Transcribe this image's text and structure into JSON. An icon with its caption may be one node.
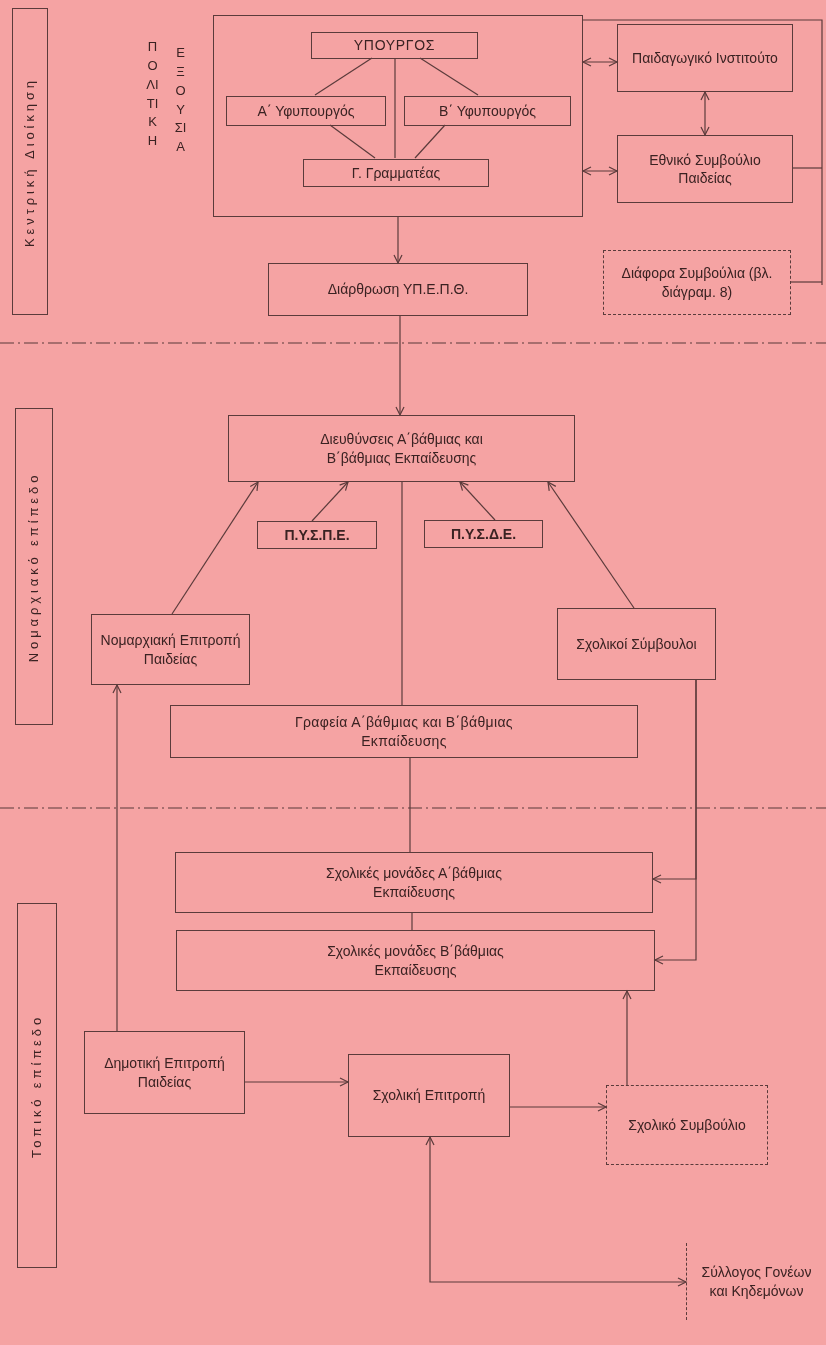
{
  "diagram": {
    "nodes": [
      {
        "text": [
          "Κεντρική Διοίκηση"
        ]
      },
      {
        "text": [],
        "shape": "box",
        "beside": [
          "ΠΟΛΙΤΙΚΗ",
          "ΕΞΟΥΣΙΑ"
        ]
      },
      {
        "text": [
          "ΥΠΟΥΡΓΟΣ"
        ],
        "in": 1
      },
      {
        "text": [
          "Α΄ Υφυπουργός"
        ],
        "in": 1
      },
      {
        "text": [
          "Β΄ Υφυπουργός"
        ],
        "in": 1
      },
      {
        "text": [
          "Γ. Γραμματέας"
        ],
        "in": 1
      },
      {
        "text": [
          "Παιδαγωγικό Ινστιτούτο"
        ]
      },
      {
        "text": [
          "Εθνικό Συμβούλιο Παιδείας"
        ]
      },
      {
        "text": [
          "Διάρθρωση ΥΠ.Ε.Π.Θ."
        ]
      },
      {
        "text": [
          "Διάφορα Συμβούλια (βλ. διάγραμ. 8)"
        ]
      },
      {
        "text": [
          "Νομαρχιακό επίπεδο"
        ]
      },
      {
        "text": [
          "Διευθύνσεις Α΄βάθμιας και Β΄βάθμιας Εκπαίδευσης"
        ]
      },
      {
        "text": [
          "Π.Υ.Σ.Π.Ε."
        ]
      },
      {
        "text": [
          "Π.Υ.Σ.Δ.Ε."
        ]
      },
      {
        "text": [
          "Νομαρχιακή Επιτροπή Παιδείας"
        ]
      },
      {
        "text": [
          "Σχολικοί Σύμβουλοι"
        ]
      },
      {
        "text": [
          "Γραφεία Α΄βάθμιας και Β΄βάθμιας Εκπαίδευσης"
        ]
      },
      {
        "text": [
          "Τοπικό επίπεδο"
        ]
      },
      {
        "text": [
          "Σχολικές μονάδες Α΄βάθμιας Εκπαίδευσης"
        ]
      },
      {
        "text": [
          "Σχολικές μονάδες Β΄βάθμιας Εκπαίδευσης"
        ]
      },
      {
        "text": [
          "Δημοτική Επιτροπή Παιδείας"
        ]
      },
      {
        "text": [
          "Σχολική Επιτροπή"
        ]
      },
      {
        "text": [
          "Σχολικό Συμβούλιο"
        ]
      },
      {
        "text": [
          "Σύλλογος Γονέων και Κηδεμόνων"
        ]
      }
    ],
    "edges": [
      {
        "from": 2,
        "to": 3,
        "arrow": "none"
      },
      {
        "from": 2,
        "to": 4,
        "arrow": "none"
      },
      {
        "from": 2,
        "to": 5,
        "arrow": "none"
      },
      {
        "from": 3,
        "to": 5,
        "arrow": "none"
      },
      {
        "from": 4,
        "to": 5,
        "arrow": "none"
      },
      {
        "from": 1,
        "to": 6,
        "arrow": "both"
      },
      {
        "from": 6,
        "to": 7,
        "arrow": "both"
      },
      {
        "from": 1,
        "to": 7,
        "arrow": "both"
      },
      {
        "from": 1,
        "to": null,
        "arrow": "none"
      },
      {
        "from": 7,
        "to": null,
        "arrow": "none"
      },
      {
        "from": 9,
        "to": null,
        "arrow": "none"
      },
      {
        "from": 1,
        "to": 8,
        "arrow": "to"
      },
      {
        "from": 8,
        "to": 11,
        "arrow": "to"
      },
      {
        "from": 14,
        "to": 11,
        "arrow": "to"
      },
      {
        "from": 12,
        "to": 11,
        "arrow": "to"
      },
      {
        "from": 13,
        "to": 11,
        "arrow": "to"
      },
      {
        "from": 15,
        "to": 11,
        "arrow": "to"
      },
      {
        "from": 11,
        "to": 16,
        "arrow": "none"
      },
      {
        "from": 16,
        "to": 18,
        "arrow": "none"
      },
      {
        "from": 18,
        "to": 19,
        "arrow": "none"
      },
      {
        "from": 15,
        "to": 18,
        "arrow": "to"
      },
      {
        "from": 15,
        "to": 19,
        "arrow": "to"
      },
      {
        "from": 20,
        "to": 14,
        "arrow": "to"
      },
      {
        "from": 20,
        "to": 21,
        "arrow": "to"
      },
      {
        "from": 21,
        "to": 22,
        "arrow": "to"
      },
      {
        "from": 22,
        "to": 19,
        "arrow": "to"
      },
      {
        "from": 21,
        "to": 23,
        "arrow": "both"
      }
    ]
  }
}
